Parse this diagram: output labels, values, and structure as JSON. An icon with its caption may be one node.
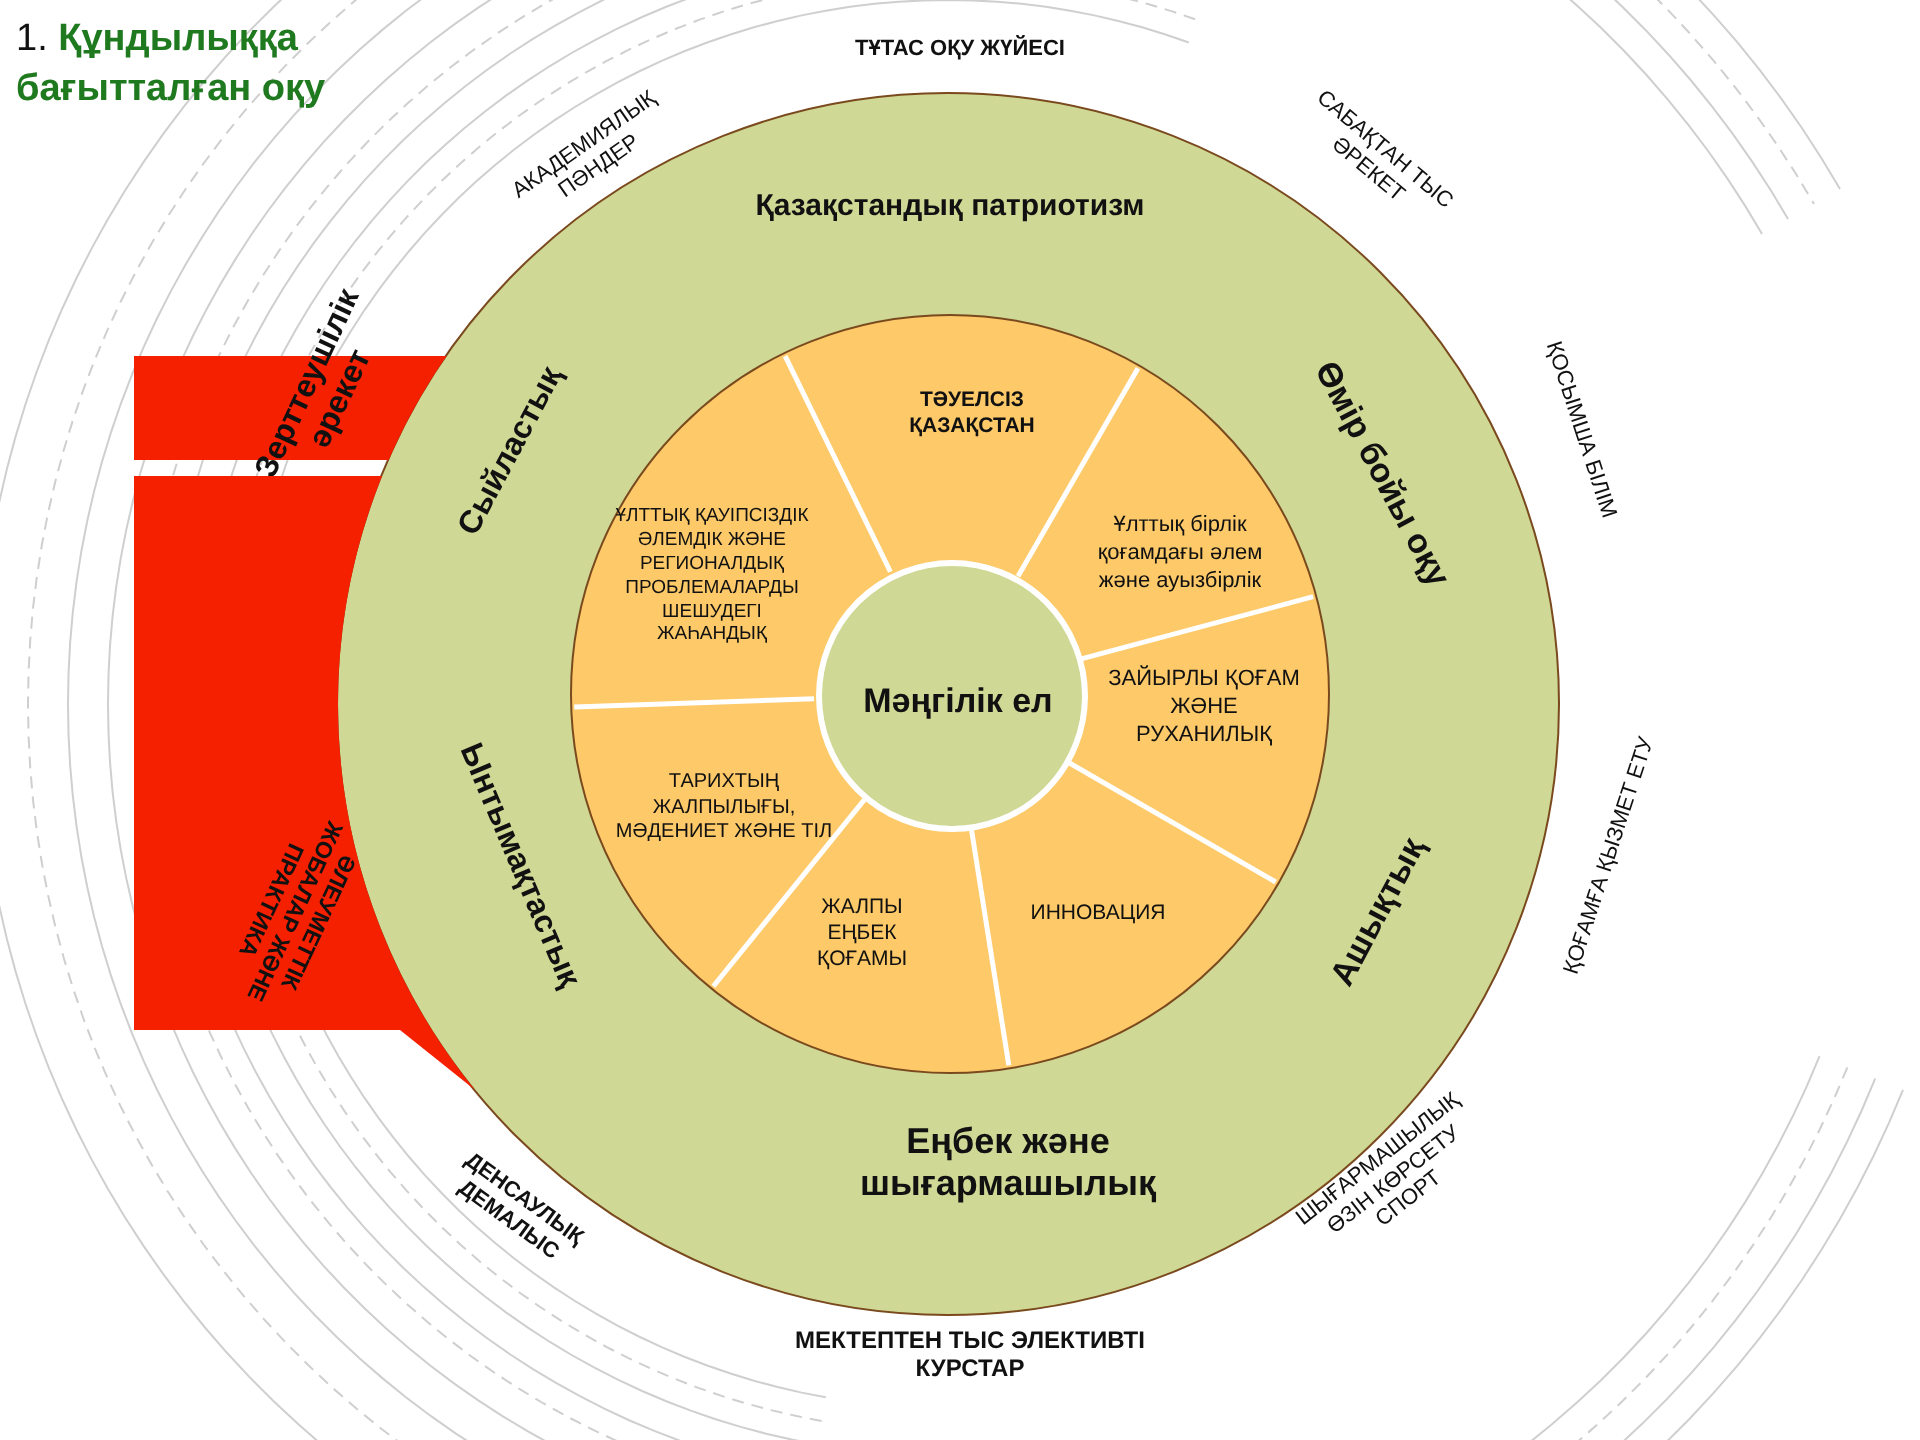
{
  "diagram": {
    "title": "1. Құндылыққа бағытталған оқу",
    "nodes": [
      {
        "text": [
          "Қазақстандық патриотизм",
          "Өмір бойы оқу",
          "Ашықтық",
          "Еңбек және шығармашылық",
          "Ынтымақтастық",
          "Сыйластық"
        ]
      },
      {
        "text": [],
        "shape": "circle",
        "in": 0
      },
      {
        "text": [
          "ТӘУЕЛСІЗ ҚАЗАҚСТАН"
        ],
        "in": 1
      },
      {
        "text": [
          "Ұлттық бірлік қоғамдағы әлем және ауызбірлік"
        ],
        "in": 1
      },
      {
        "text": [
          "ЗАЙЫРЛЫ ҚОҒАМ ЖӘНЕ РУХАНИЛЫҚ"
        ],
        "in": 1
      },
      {
        "text": [
          "ИННОВАЦИЯ"
        ],
        "in": 1
      },
      {
        "text": [
          "ЖАЛПЫ ЕҢБЕК ҚОҒАМЫ"
        ],
        "in": 1
      },
      {
        "text": [
          "ТАРИХТЫҢ ЖАЛПЫЛЫҒЫ, МӘДЕНИЕТ ЖӘНЕ ТІЛ"
        ],
        "in": 1
      },
      {
        "text": [
          "ҰЛТТЫҚ ҚАУІПСІЗДІК ӘЛЕМДІК ЖӘНЕ РЕГИОНАЛДЫҚ ПРОБЛЕМАЛАРДЫ ШЕШУДЕГІ ЖАҺАНДЫҚ"
        ],
        "in": 1
      },
      {
        "text": [
          "Мәңгілік ел"
        ],
        "in": 1
      },
      {
        "text": [
          "Зерттеушілік әрекет"
        ]
      },
      {
        "text": [
          "ӘЛЕУМЕТТІК ЖОБАЛАР ЖӘНЕ ПРАКТИКА"
        ]
      }
    ],
    "edges": [],
    "labels": [
      "ТҰТАС ОҚУ ЖҮЙЕСІ",
      "АКАДЕМИЯЛЫҚ ПӘНДЕР",
      "САБАҚТАН ТЫС ӘРЕКЕТ",
      "ҚОСЫМША БІЛІМ",
      "ҚОҒАМҒА ҚЫЗМЕТ ЕТУ",
      "ШЫҒАРМАШЫЛЫҚ ӨЗІН КӨРСЕТУ СПОРТ",
      "МЕКТЕПТЕН ТЫС ЭЛЕКТИВТІ КУРСТАР",
      "ДЕНСАУЛЫҚ ДЕМАЛЫС"
    ]
  }
}
